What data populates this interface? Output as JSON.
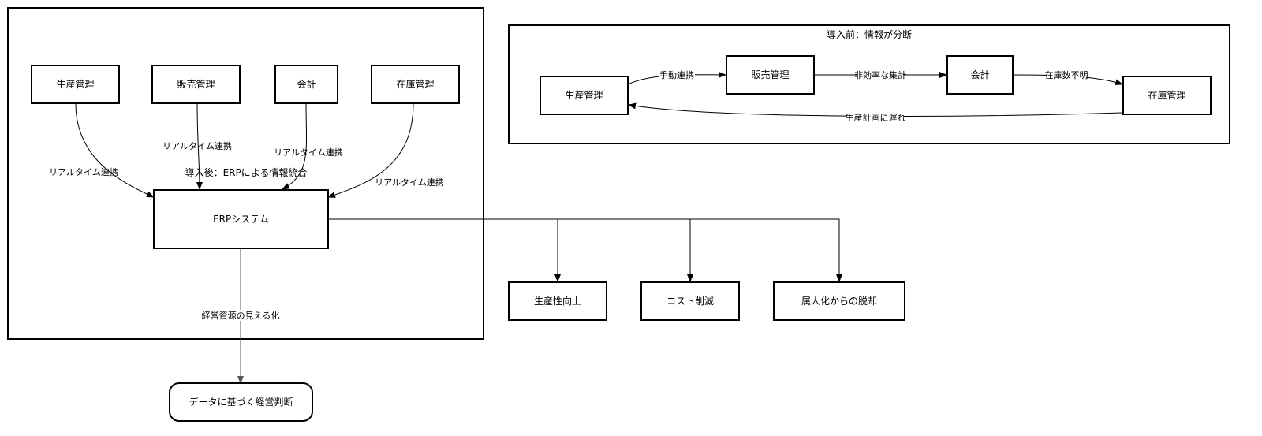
{
  "after": {
    "title": "導入後：ERPによる情報統合",
    "nodes": {
      "production": "生産管理",
      "sales": "販売管理",
      "accounting": "会計",
      "inventory": "在庫管理",
      "erp": "ERPシステム",
      "decision": "データに基づく経営判断"
    },
    "edge_labels": {
      "production_erp": "リアルタイム連携",
      "sales_erp": "リアルタイム連携",
      "accounting_erp": "リアルタイム連携",
      "inventory_erp": "リアルタイム連携",
      "erp_decision": "経営資源の見える化"
    }
  },
  "before": {
    "title": "導入前：情報が分断",
    "nodes": {
      "production": "生産管理",
      "sales": "販売管理",
      "accounting": "会計",
      "inventory": "在庫管理"
    },
    "edge_labels": {
      "production_sales": "手動連携",
      "sales_accounting": "非効率な集計",
      "accounting_inventory": "在庫数不明",
      "inventory_production": "生産計画に遅れ"
    }
  },
  "outcomes": {
    "productivity": "生産性向上",
    "cost": "コスト削減",
    "deperson": "属人化からの脱却"
  }
}
